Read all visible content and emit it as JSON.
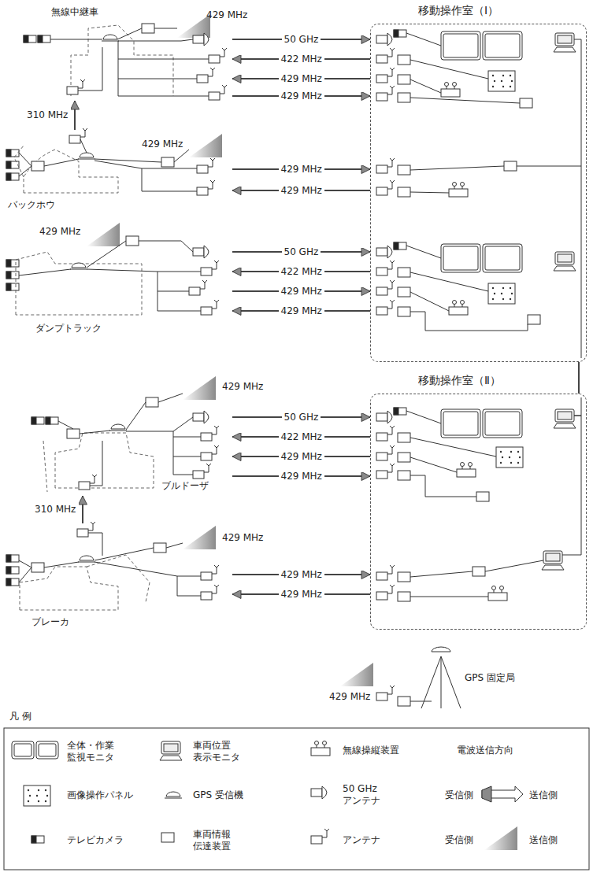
{
  "diagram": {
    "nodes": [
      {
        "text": [
          "無線中継車"
        ]
      },
      {
        "text": [
          "移動操作室（Ⅰ）"
        ]
      },
      {
        "text": [
          "バックホウ"
        ]
      },
      {
        "text": [
          "ダンプトラック"
        ]
      },
      {
        "text": [
          "移動操作室（Ⅱ）"
        ]
      },
      {
        "text": [
          "ブルドーザ"
        ]
      },
      {
        "text": [
          "ブレーカ"
        ]
      },
      {
        "text": [
          "GPS 固定局"
        ]
      }
    ],
    "edges": [
      {
        "from": 0,
        "to": 1,
        "arrow": "to",
        "label": "50 GHz"
      },
      {
        "from": 1,
        "to": 0,
        "arrow": "to",
        "label": "422 MHz"
      },
      {
        "from": 1,
        "to": 0,
        "arrow": "to",
        "label": "429 MHz"
      },
      {
        "from": 0,
        "to": 1,
        "arrow": "to",
        "label": "429 MHz"
      },
      {
        "from": 2,
        "to": 0,
        "arrow": "to",
        "label": "310 MHz"
      },
      {
        "from": 2,
        "to": 1,
        "arrow": "to",
        "label": "429 MHz"
      },
      {
        "from": 1,
        "to": 2,
        "arrow": "to",
        "label": "429 MHz"
      },
      {
        "from": 3,
        "to": 1,
        "arrow": "to",
        "label": "50 GHz"
      },
      {
        "from": 1,
        "to": 3,
        "arrow": "to",
        "label": "422 MHz"
      },
      {
        "from": 3,
        "to": 1,
        "arrow": "to",
        "label": "429 MHz"
      },
      {
        "from": 1,
        "to": 3,
        "arrow": "to",
        "label": "429 MHz"
      },
      {
        "from": 5,
        "to": 4,
        "arrow": "to",
        "label": "50 GHz"
      },
      {
        "from": 4,
        "to": 5,
        "arrow": "to",
        "label": "422 MHz"
      },
      {
        "from": 4,
        "to": 5,
        "arrow": "to",
        "label": "429 MHz"
      },
      {
        "from": 5,
        "to": 4,
        "arrow": "to",
        "label": "429 MHz"
      },
      {
        "from": 6,
        "to": 5,
        "arrow": "to",
        "label": "310 MHz"
      },
      {
        "from": 6,
        "to": 4,
        "arrow": "to",
        "label": "429 MHz"
      },
      {
        "from": 4,
        "to": 6,
        "arrow": "to",
        "label": "429 MHz"
      },
      {
        "from": 1,
        "to": 4,
        "arrow": "none"
      }
    ],
    "labels": [
      "429 MHz",
      "429 MHz",
      "429 MHz",
      "429 MHz",
      "429 MHz",
      "429 MHz",
      "凡 例"
    ],
    "legend": [
      {
        "text": "全体・作業 監視モニタ"
      },
      {
        "text": "車両位置 表示モニタ"
      },
      {
        "text": "無線操縦装置"
      },
      {
        "text": "電波送信方向"
      },
      {
        "text": "画像操作パネル"
      },
      {
        "text": "GPS 受信機"
      },
      {
        "text": "50 GHz アンテナ"
      },
      {
        "text": "受信側"
      },
      {
        "text": "送信側"
      },
      {
        "text": "テレビカメラ"
      },
      {
        "text": "車両情報 伝達装置"
      },
      {
        "text": "アンテナ"
      },
      {
        "text": "受信側"
      },
      {
        "text": "送信側"
      }
    ]
  }
}
